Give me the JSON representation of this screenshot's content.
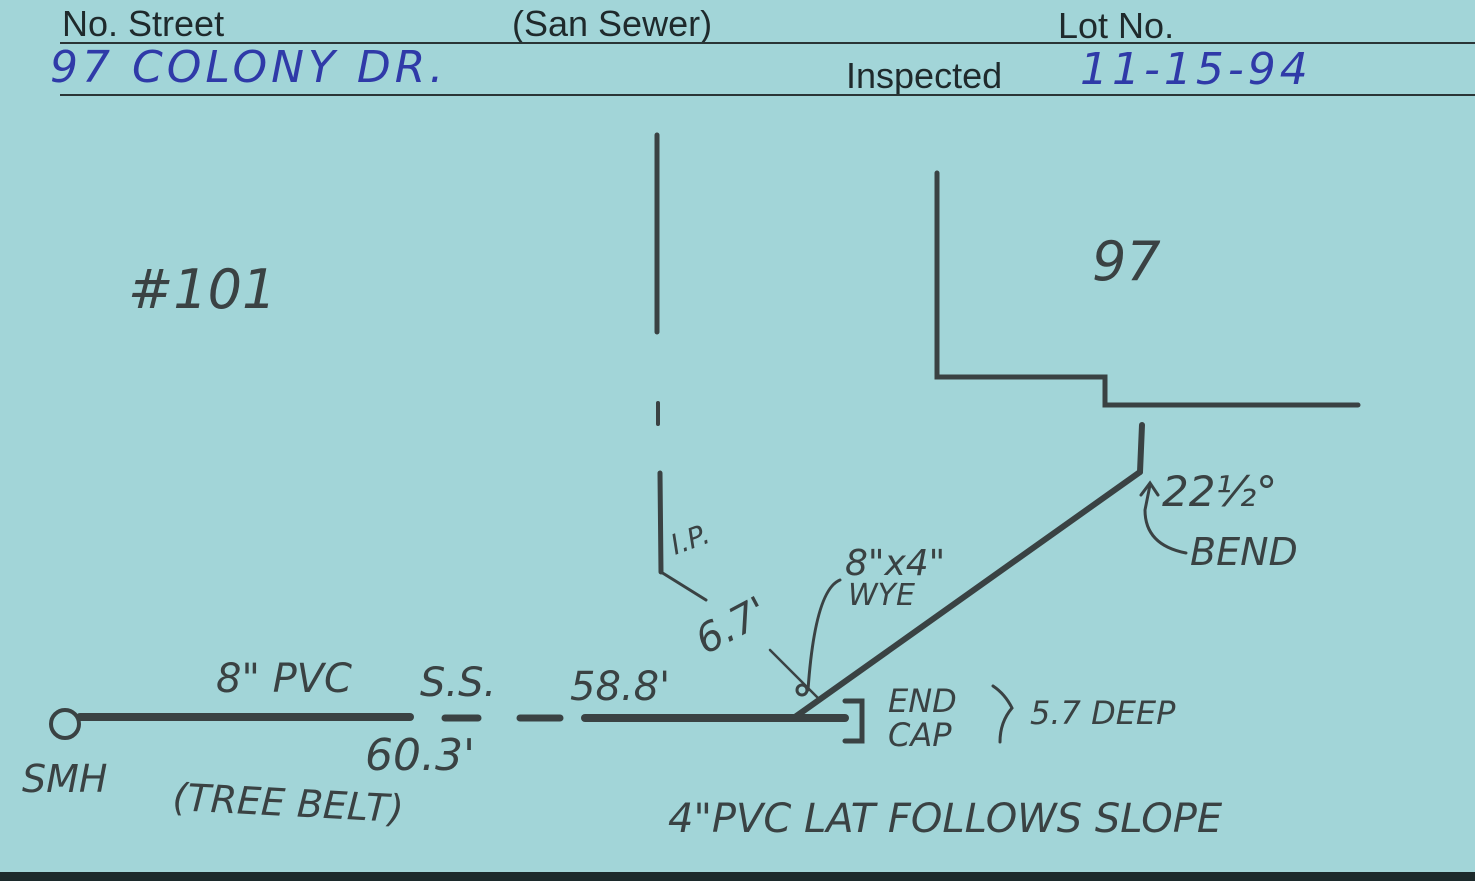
{
  "header": {
    "street_label": "No. Street",
    "type_label": "(San Sewer)",
    "lot_label": "Lot No.",
    "inspected_label": "Inspected",
    "address": "97 COLONY DR.",
    "inspected_date": "11-15-94"
  },
  "sketch": {
    "card_number": "#101",
    "lot_number": "97",
    "main_label": "8\" PVC",
    "ss_label": "S.S.",
    "length_right": "58.8'",
    "length_left": "60.3'",
    "smh_label": "SMH",
    "tree_belt": "(TREE BELT)",
    "ip_label": "I.P.",
    "offset": "6.7'",
    "wye_size": "8\"x4\"",
    "wye_label": "WYE",
    "bend_angle": "22½°",
    "bend_label": "BEND",
    "end_label": "END",
    "cap_label": "CAP",
    "depth_label": "5.7 DEEP",
    "lateral_note": "4\"PVC LAT FOLLOWS SLOPE"
  },
  "colors": {
    "card": "#a2d5d8",
    "ink_blue": "#2f3aa8",
    "ink_pencil": "#3a4243"
  }
}
